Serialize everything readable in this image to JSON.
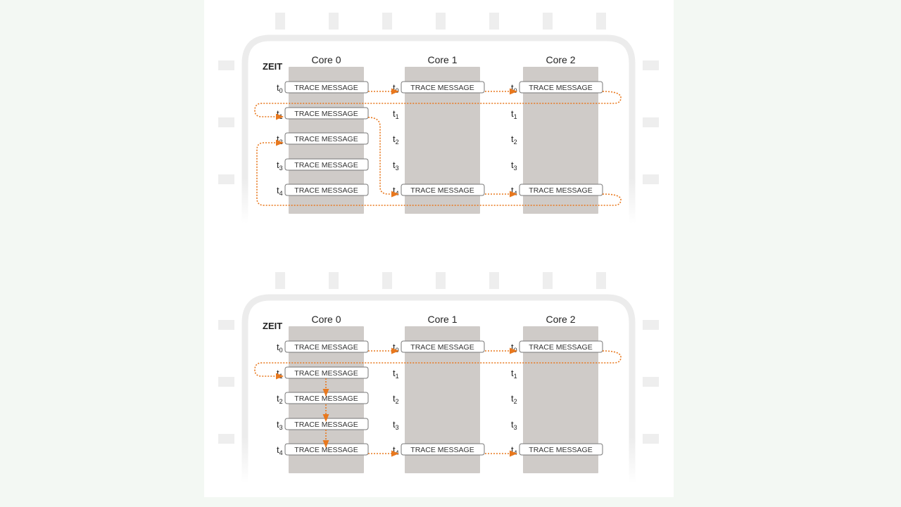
{
  "diagrams": [
    {
      "id": "diagram-1",
      "time_label": "ZEIT",
      "cores": [
        "Core 0",
        "Core 1",
        "Core 2"
      ],
      "time_steps": [
        "t0",
        "t1",
        "t2",
        "t3",
        "t4"
      ],
      "message_label": "TRACE MESSAGE",
      "messages": {
        "Core 0": [
          "t0",
          "t1",
          "t2",
          "t3",
          "t4"
        ],
        "Core 1": [
          "t0",
          "t4"
        ],
        "Core 2": [
          "t0",
          "t4"
        ]
      }
    },
    {
      "id": "diagram-2",
      "time_label": "ZEIT",
      "cores": [
        "Core 0",
        "Core 1",
        "Core 2"
      ],
      "time_steps": [
        "t0",
        "t1",
        "t2",
        "t3",
        "t4"
      ],
      "message_label": "TRACE MESSAGE",
      "messages": {
        "Core 0": [
          "t0",
          "t1",
          "t2",
          "t3",
          "t4"
        ],
        "Core 1": [
          "t0",
          "t4"
        ],
        "Core 2": [
          "t0",
          "t4"
        ]
      }
    }
  ],
  "colors": {
    "arrow": "#e8781e",
    "core": "#cfcbc8",
    "frame": "#ececec",
    "pin": "#eeeeee"
  }
}
